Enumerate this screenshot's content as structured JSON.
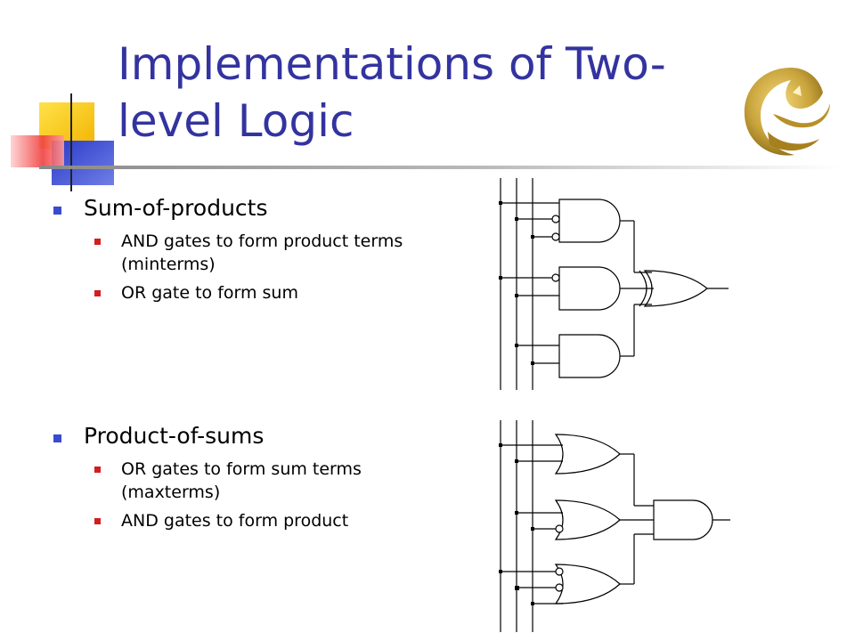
{
  "slide": {
    "title_line1": "Implementations of Two-",
    "title_line2": "level Logic",
    "sop": {
      "heading": "Sum-of-products",
      "items": [
        {
          "line1": "AND gates to form product terms",
          "line2": "(minterms)"
        },
        {
          "line1": "OR gate to form sum",
          "line2": ""
        }
      ]
    },
    "pos": {
      "heading": "Product-of-sums",
      "items": [
        {
          "line1": "OR gates to form sum terms",
          "line2": "(maxterms)"
        },
        {
          "line1": "AND gates to form product",
          "line2": ""
        }
      ]
    }
  },
  "colors": {
    "title": "#3333a0",
    "level1_bullet": "#3a4bd0",
    "level2_bullet": "#d21e1e",
    "logo": "#c9a43c"
  },
  "icons": [
    "corner-decoration-icon",
    "logo-icon"
  ]
}
